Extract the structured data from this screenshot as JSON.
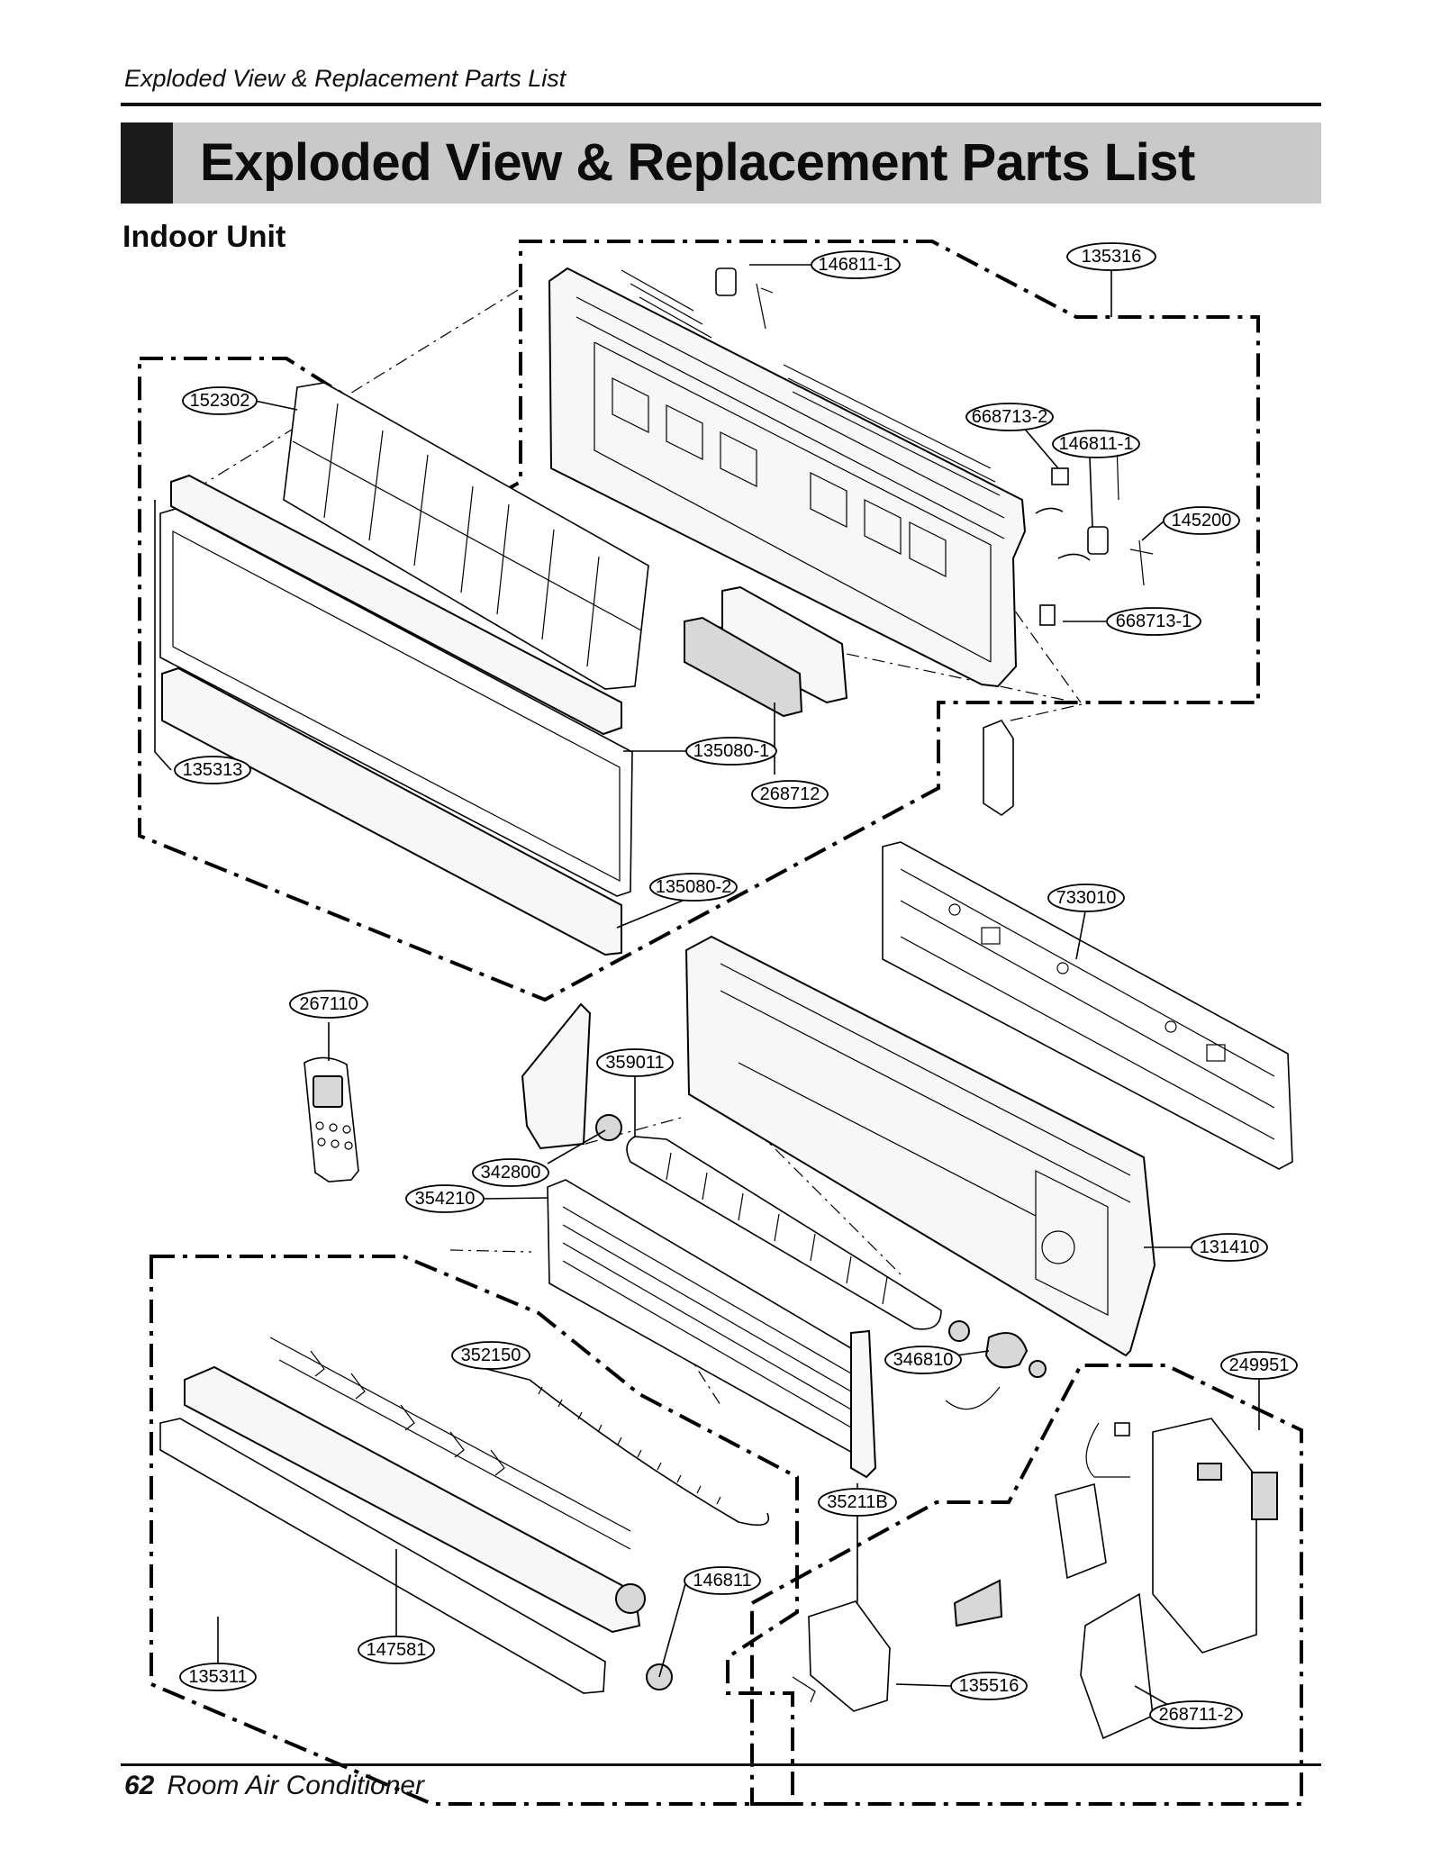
{
  "header": {
    "running_title": "Exploded View & Replacement Parts List",
    "title": "Exploded View & Replacement Parts List"
  },
  "section": {
    "title": "Indoor Unit"
  },
  "callouts": [
    {
      "id": "c-146811-1-top",
      "label": "146811-1"
    },
    {
      "id": "c-135316",
      "label": "135316"
    },
    {
      "id": "c-152302",
      "label": "152302"
    },
    {
      "id": "c-668713-2",
      "label": "668713-2"
    },
    {
      "id": "c-146811-1-mid",
      "label": "146811-1"
    },
    {
      "id": "c-145200",
      "label": "145200"
    },
    {
      "id": "c-668713-1",
      "label": "668713-1"
    },
    {
      "id": "c-135080-1",
      "label": "135080-1"
    },
    {
      "id": "c-135313",
      "label": "135313"
    },
    {
      "id": "c-268712",
      "label": "268712"
    },
    {
      "id": "c-135080-2",
      "label": "135080-2"
    },
    {
      "id": "c-733010",
      "label": "733010"
    },
    {
      "id": "c-267110",
      "label": "267110"
    },
    {
      "id": "c-359011",
      "label": "359011"
    },
    {
      "id": "c-342800",
      "label": "342800"
    },
    {
      "id": "c-354210",
      "label": "354210"
    },
    {
      "id": "c-131410",
      "label": "131410"
    },
    {
      "id": "c-352150",
      "label": "352150"
    },
    {
      "id": "c-346810",
      "label": "346810"
    },
    {
      "id": "c-249951",
      "label": "249951"
    },
    {
      "id": "c-35211B",
      "label": "35211B"
    },
    {
      "id": "c-146811",
      "label": "146811"
    },
    {
      "id": "c-147581",
      "label": "147581"
    },
    {
      "id": "c-135516",
      "label": "135516"
    },
    {
      "id": "c-135311",
      "label": "135311"
    },
    {
      "id": "c-268711-2",
      "label": "268711-2"
    }
  ],
  "footer": {
    "page_number": "62",
    "doc_title": "Room Air Conditioner"
  }
}
